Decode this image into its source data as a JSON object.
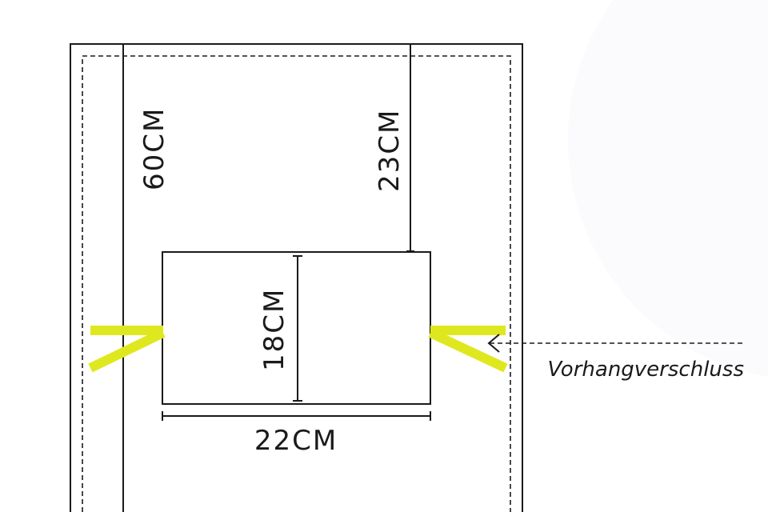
{
  "dimensions": {
    "total_height": "60CM",
    "top_offset": "23CM",
    "panel_height": "18CM",
    "panel_width": "22CM"
  },
  "annotation": {
    "label": "Vorhangverschluss"
  },
  "colors": {
    "tie_accent": "#dfe81f",
    "line": "#1a1a1a",
    "background": "#ffffff",
    "background_circle": "#fbfbfd"
  }
}
